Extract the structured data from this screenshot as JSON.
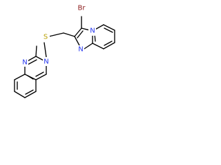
{
  "molecule": {
    "atoms": {
      "sulfur": "S",
      "bromine": "Br",
      "quinoxaline_n_upper": "N",
      "quinoxaline_n_lower": "N",
      "imidazo_n_bridgehead": "N",
      "imidazo_n_ring": "N"
    },
    "colors": {
      "bond": "#000000",
      "sulfur": "#b8a000",
      "bromine": "#8b1a1a",
      "nitrogen": "#2233ee",
      "background": "#ffffff"
    }
  }
}
